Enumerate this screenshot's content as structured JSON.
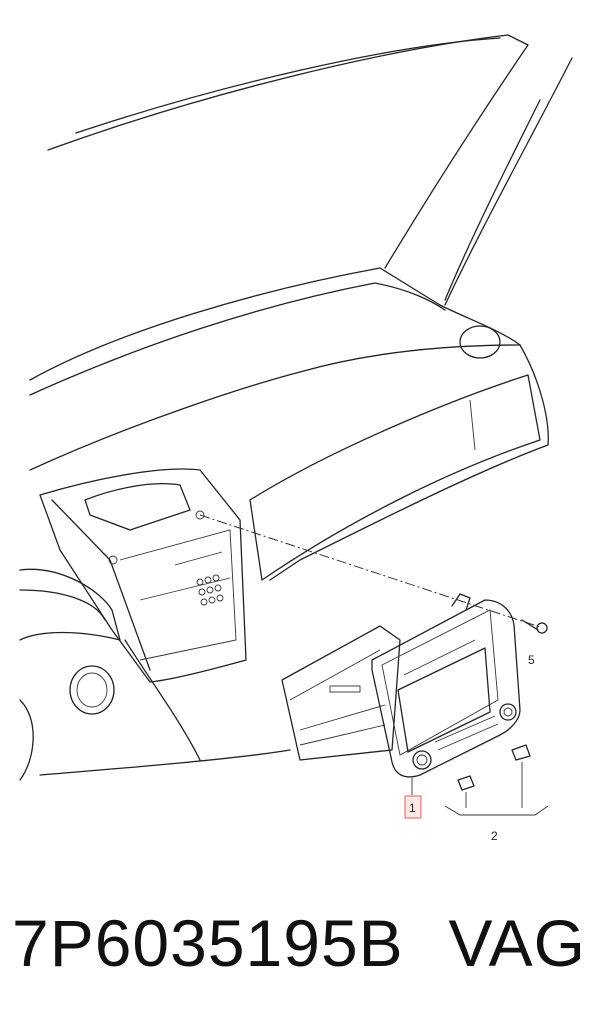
{
  "callouts": {
    "item_1": "1",
    "item_2": "2",
    "item_5": "5"
  },
  "caption": {
    "part_number": "7P6035195B",
    "brand": "VAG"
  },
  "colors": {
    "line": "#222222",
    "callout_highlight_fill": "#fde8e8",
    "callout_highlight_stroke": "#e06060"
  }
}
